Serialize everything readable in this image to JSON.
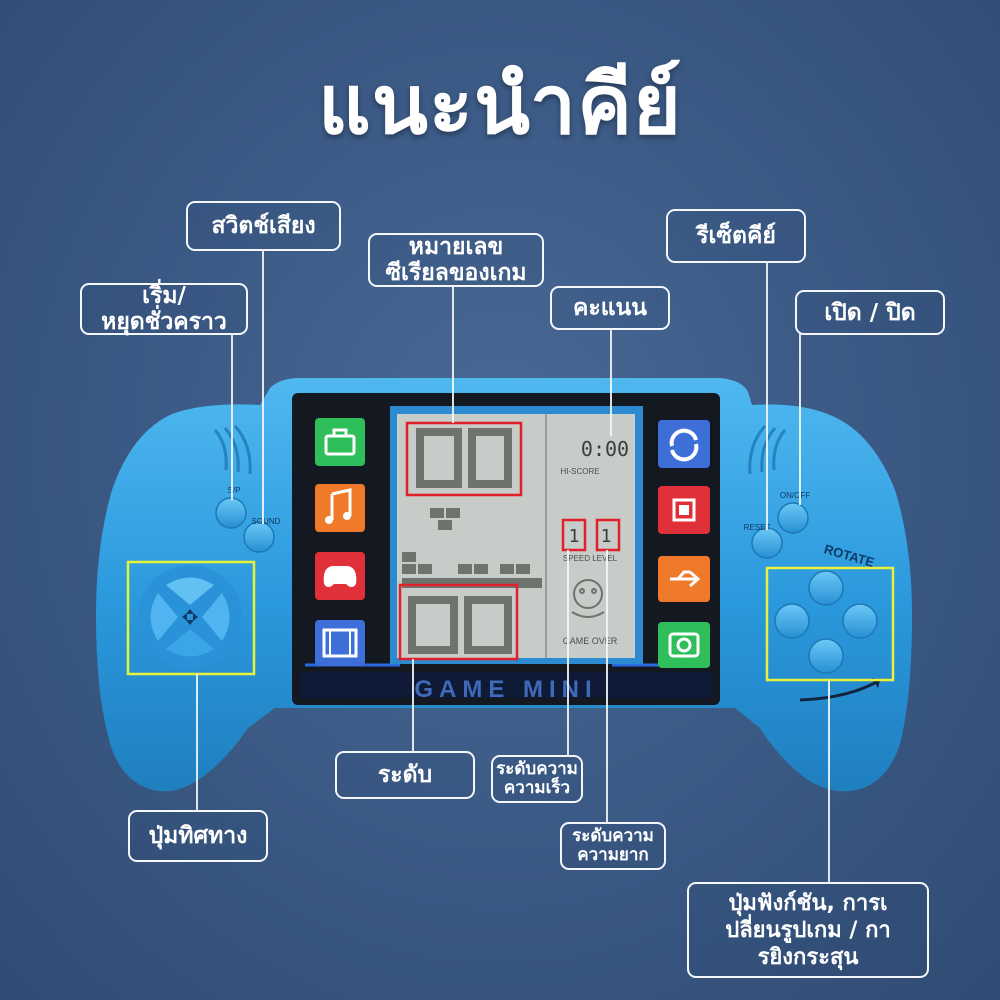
{
  "title": "แนะนำคีย์",
  "labels": {
    "sound_switch": "สวิตช์เสียง",
    "start_pause_line1": "เริ่ม/",
    "start_pause_line2": "หยุดชั่วคราว",
    "serial_line1": "หมายเลข",
    "serial_line2": "ซีเรียลของเกม",
    "score": "คะแนน",
    "reset_key": "รีเซ็ตคีย์",
    "power": "เปิด / ปิด",
    "level": "ระดับ",
    "speed_line1": "ระดับความ",
    "speed_line2": "ความเร็ว",
    "difficulty_line1": "ระดับความ",
    "difficulty_line2": "ความยาก",
    "direction": "ปุ่มทิศทาง",
    "function_line1": "ปุ่มฟังก์ชัน, การเ",
    "function_line2": "ปลี่ยนรูปเกม / กา",
    "function_line3": "รยิงกระสุน"
  },
  "device": {
    "brand_text": "GAME MINI",
    "btn_sp": "S/P",
    "btn_sound": "SOUND",
    "btn_reset": "RESET",
    "btn_onoff": "ON/OFF",
    "rotate": "ROTATE",
    "hi_score": "HI-SCORE",
    "speed_level": "SPEED LEVEL",
    "game_over": "GAME OVER",
    "score_digits": "0:00",
    "speed_digit": "1",
    "level_digit": "1"
  },
  "colors": {
    "body_blue": "#2e9fe0",
    "highlight_red": "#e0202a",
    "highlight_yellow": "#e8f23a"
  },
  "icons": [
    "toolbox-icon",
    "music-note-icon",
    "gamepad-icon",
    "film-icon",
    "refresh-icon",
    "chip-icon",
    "usb-icon",
    "camera-icon"
  ]
}
